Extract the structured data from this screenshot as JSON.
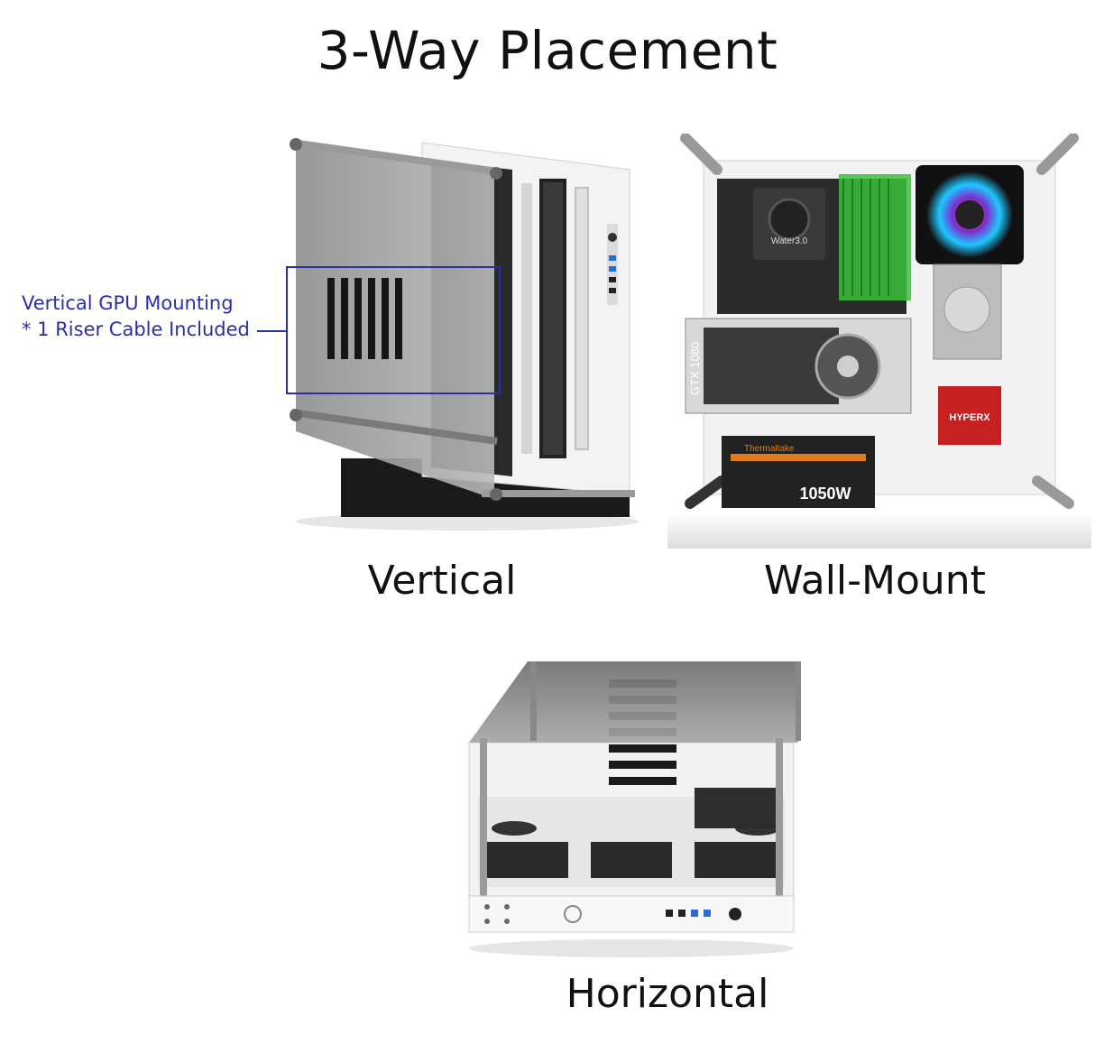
{
  "title": "3-Way Placement",
  "annotation": {
    "line1": "Vertical GPU Mounting",
    "line2": "* 1 Riser Cable Included",
    "color": "#2a2fa8"
  },
  "captions": {
    "vertical": "Vertical",
    "wall_mount": "Wall-Mount",
    "horizontal": "Horizontal"
  },
  "product_labels": {
    "brand": "Thermaltake",
    "psu_wattage": "1050W",
    "gpu_model": "GTX 1080",
    "cooler": "Water3.0",
    "ssd_brand": "HYPERX"
  }
}
